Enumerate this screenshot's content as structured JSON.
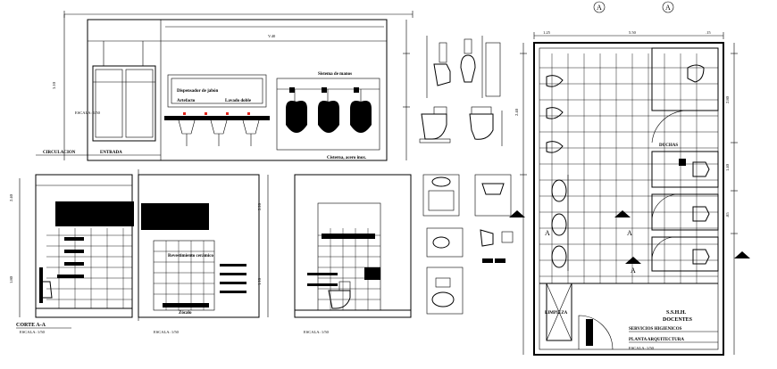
{
  "elevation_main": {
    "label_dim_top": "V.40",
    "label_dim_vert": "3.10",
    "label_dispenser": "Dispensador de jabón",
    "label_artefact": "Artefacto",
    "label_faucet": "Lavado doble",
    "label_soap_top": "Sistema de manos",
    "label_escala": "ESCALA: 1/50",
    "label_circulacion": "CIRCULACION",
    "label_entrada": "ENTRADA",
    "label_bottom_right": "Cisterna, acero inox."
  },
  "section_left": {
    "title": "CORTE A-A",
    "scale": "ESCALA: 1/50",
    "dim_vert_1": "2.40",
    "dim_vert_2": "1.80"
  },
  "section_mid": {
    "scale": "ESCALA: 1/50",
    "label_wall": "Revestimiento cerámico",
    "label_bottom": "Zócalo"
  },
  "section_right": {
    "scale": "ESCALA: 1/50",
    "dim_1": "2.20",
    "dim_2": "1.10"
  },
  "plan": {
    "dim_top_total": "5.50",
    "dim_top_left": "1.25",
    "dim_top_right": ".15",
    "dim_right_1": "2.80",
    "dim_right_2": "1.40",
    "dim_right_3": ".85",
    "dim_left": "2.40",
    "marker_letter": "A",
    "label_limpieza": "LIMPIEZA",
    "title_line1": "S.S.H.H.",
    "title_line2": "DOCENTES",
    "note_line1": "SERVICIOS HIGIENICOS",
    "note_line2": "PLANTA ARQUITECTURA",
    "note_line3": "ESCALA: 1/50",
    "label_room": "DUCHAS"
  }
}
